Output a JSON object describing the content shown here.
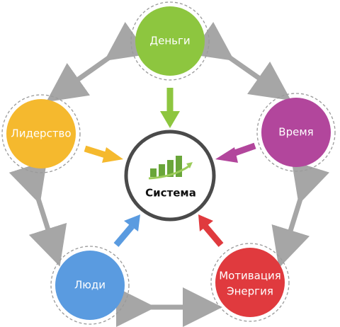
{
  "center": {
    "label": "Система",
    "icon": "growth-chart-icon"
  },
  "nodes": [
    {
      "id": "money",
      "label": "Деньги",
      "color": "#8dc63f"
    },
    {
      "id": "time",
      "label": "Время",
      "color": "#b2469c"
    },
    {
      "id": "motivation",
      "label_line1": "Мотивация",
      "label_line2": "Энергия",
      "color": "#e03a3e"
    },
    {
      "id": "people",
      "label": "Люди",
      "color": "#5a9be0"
    },
    {
      "id": "leadership",
      "label": "Лидерство",
      "color": "#f5b92e"
    }
  ],
  "colors": {
    "ring_arrows": "#a6a6a6",
    "center_ring": "#4a4a4a",
    "node_dash": "#9a9a9a",
    "chart_bars": "#6aa63a"
  }
}
